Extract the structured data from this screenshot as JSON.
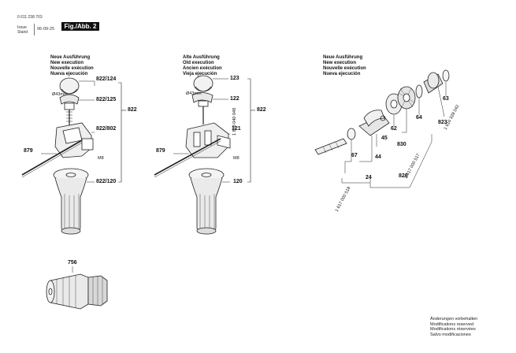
{
  "header": {
    "doc_number": "0 611 238 703",
    "issue_label": "Issue",
    "stand_label": "Stand",
    "date": "06-09-25",
    "figure": "Fig./Abb. 2"
  },
  "sections": {
    "left": {
      "lines": [
        "Neue Ausführung",
        "New execution",
        "Nouvelle exécution",
        "Nueva ejecución"
      ]
    },
    "middle": {
      "lines": [
        "Alte Ausführung",
        "Old execution",
        "Ancien exécution",
        "Vieja ejecución"
      ]
    },
    "right": {
      "lines": [
        "Neue Ausführung",
        "New execution",
        "Nouvelle exécution",
        "Nueva ejecución"
      ]
    }
  },
  "left_parts": {
    "p1": "822/124",
    "p2": "822/125",
    "p3": "822",
    "p4": "822/802",
    "p5": "879",
    "p6": "822/120",
    "dia": "Ø43mm",
    "m8": "M8"
  },
  "middle_parts": {
    "p1": "123",
    "p2": "122",
    "p3": "822",
    "p4": "121",
    "p5": "879",
    "p6": "120",
    "code": "1 618 040 048",
    "dia": "Ø43mm",
    "m8": "M8"
  },
  "right_parts": {
    "p63": "63",
    "p64": "64",
    "p62": "62",
    "p823": "823",
    "p830": "830",
    "p45": "45",
    "p67": "67",
    "p44": "44",
    "p24": "24",
    "p826": "826",
    "code1": "1 616 328 042",
    "code2": "1 617 000 517",
    "code3": "1 617 000 518"
  },
  "chuck": {
    "p756": "756"
  },
  "footer": {
    "lines": [
      "Änderungen vorbehalten",
      "Modifications reserved",
      "Modifications réservées",
      "Salvo modificaciones"
    ]
  }
}
